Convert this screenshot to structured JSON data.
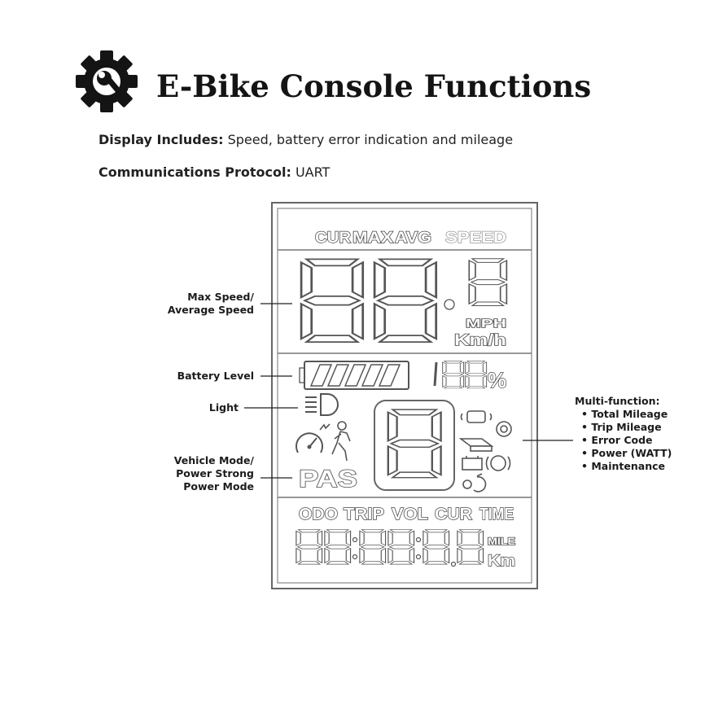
{
  "title": "E-Bike Console Functions",
  "info": {
    "display_label": "Display Includes:",
    "display_value": "Speed, battery error indication and mileage",
    "protocol_label": "Communications Protocol:",
    "protocol_value": "UART"
  },
  "lcd": {
    "top_modes": [
      "CUR",
      "MAX",
      "AVG"
    ],
    "speed_label": "SPEED",
    "unit_mph": "MPH",
    "unit_kmh": "Km/h",
    "percent": "%",
    "pas": "PAS",
    "bottom_modes": [
      "ODO",
      "TRIP",
      "VOL",
      "CUR",
      "TIME"
    ],
    "unit_mile": "MILE",
    "unit_km": "Km"
  },
  "callouts": {
    "speed": [
      "Max Speed/",
      "Average Speed"
    ],
    "battery": "Battery Level",
    "light": "Light",
    "mode": [
      "Vehicle Mode/",
      "Power Strong",
      "Power Mode"
    ],
    "multi_title": "Multi-function:",
    "multi_items": [
      "Total Mileage",
      "Trip Mileage",
      "Error Code",
      "Power (WATT)",
      "Maintenance"
    ]
  },
  "icons": {
    "header": "gear-wrench-icon",
    "light": "headlight-icon",
    "speedometer": "speedometer-icon",
    "walk": "walking-person-icon",
    "motor": "motor-fault-icon",
    "controller": "controller-fault-icon",
    "throttle": "throttle-fault-icon",
    "battery_warn": "battery-warning-icon",
    "brake": "brake-icon",
    "cruise": "cruise-icon"
  }
}
